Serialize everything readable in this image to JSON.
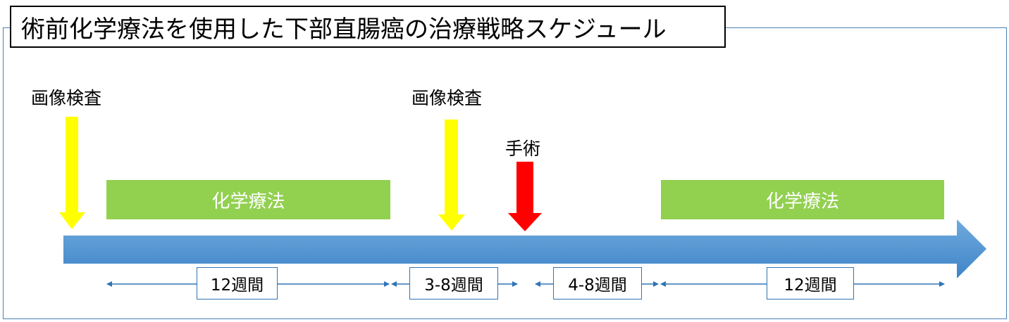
{
  "title": "術前化学療法を使用した下部直腸癌の治療戦略スケジュール",
  "imaging_label_1": "画像検査",
  "imaging_label_2": "画像検査",
  "surgery_label": "手術",
  "chemo_label_1": "化学療法",
  "chemo_label_2": "化学療法",
  "intervals": [
    {
      "label": "12週間"
    },
    {
      "label": "3-8週間"
    },
    {
      "label": "4-8週間"
    },
    {
      "label": "12週間"
    }
  ],
  "colors": {
    "imaging_arrow": "#ffff00",
    "surgery_arrow": "#ff0000",
    "chemo_bar": "#92d050",
    "timeline": "#5b9bd5",
    "interval_line": "#2e75b6"
  }
}
